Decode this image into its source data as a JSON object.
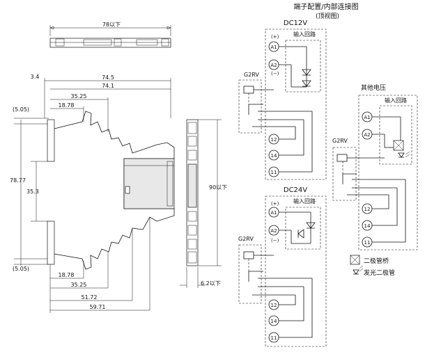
{
  "header": {
    "title": "端子配置/内部连接图",
    "subtitle": "(顶视图)"
  },
  "mechanical": {
    "top_view_width": "78以下",
    "dims": {
      "d_3_4": "3.4",
      "d_74_5": "74.5",
      "d_74_1": "74.1",
      "d_35_25_top": "35.25",
      "d_18_78_top": "18.78",
      "d_5_05_top": "(5.05)",
      "d_78_77": "78.77",
      "d_35_3": "35.3",
      "d_5_05_bottom": "(5.05)",
      "d_18_78_bottom": "18.78",
      "d_35_25_bottom": "35.25",
      "d_51_72": "51.72",
      "d_59_71": "59.71",
      "d_90": "90以下",
      "d_6_2": "6.2以下"
    }
  },
  "circuits": {
    "dc12": {
      "voltage": "DC12V",
      "input_label": "输入回路",
      "relay": "G2RV",
      "plus": "(+)",
      "minus": "(−)",
      "terminals": {
        "a1": "A1",
        "a2": "A2",
        "t12": "12",
        "t14": "14",
        "t11": "11"
      }
    },
    "dc24": {
      "voltage": "DC24V",
      "input_label": "输入回路",
      "relay": "G2RV",
      "plus": "(+)",
      "minus": "(−)",
      "terminals": {
        "a1": "A1",
        "a2": "A2",
        "t12": "12",
        "t14": "14",
        "t11": "11"
      }
    },
    "other": {
      "voltage": "其他电压",
      "input_label": "输入回路",
      "relay": "G2RV",
      "terminals": {
        "a1": "A1",
        "a2": "A2",
        "t12": "12",
        "t14": "14",
        "t11": "11"
      }
    }
  },
  "legend": {
    "bridge": "二极管桥",
    "led": "发光二极管"
  }
}
